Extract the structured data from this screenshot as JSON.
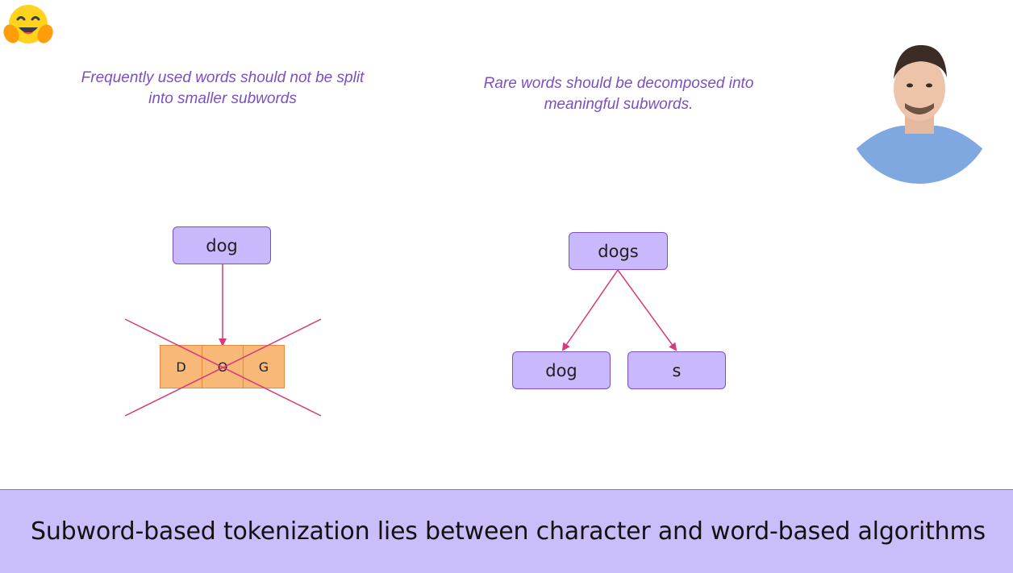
{
  "captions": {
    "left_line1": "Frequently used words should not be split",
    "left_line2": "into smaller subwords",
    "right_line1": "Rare words should be decomposed into",
    "right_line2": "meaningful subwords."
  },
  "left_diagram": {
    "word": "dog",
    "characters": [
      "D",
      "O",
      "G"
    ]
  },
  "right_diagram": {
    "word": "dogs",
    "subwords": [
      "dog",
      "s"
    ]
  },
  "banner": {
    "text": "Subword-based tokenization lies between character and word-based algorithms"
  },
  "colors": {
    "accent": "#7b4fc4",
    "box_fill": "#c9b8fb",
    "char_fill": "#f8b878",
    "arrow": "#d63a7a",
    "banner_bg": "#cbbcfa"
  },
  "icons": {
    "logo": "hugging-face-emoji-icon"
  }
}
